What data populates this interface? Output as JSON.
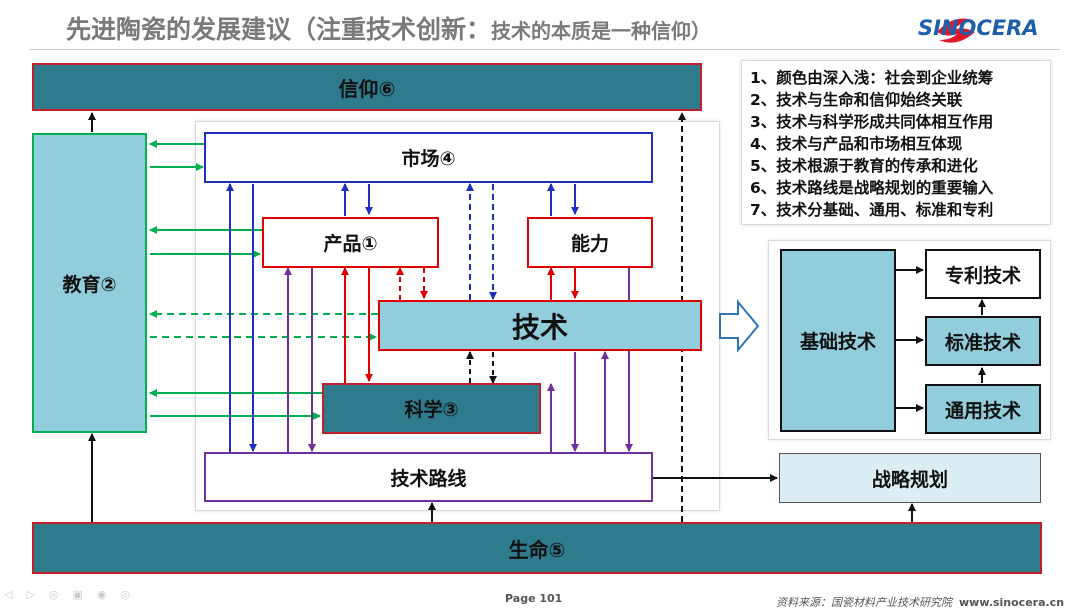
{
  "header": {
    "title_main": "先进陶瓷的发展建议（注重技术创新：",
    "title_sub": "技术的本质是一种信仰）",
    "logo_text": "SINOCERA"
  },
  "diagram": {
    "faith": "信仰⑥",
    "education": "教育②",
    "market": "市场④",
    "product": "产品①",
    "capability": "能力",
    "technology": "技术",
    "science": "科学③",
    "tech_roadmap": "技术路线",
    "strategy": "战略规划",
    "life": "生命⑤"
  },
  "tech_types": {
    "basic": "基础技术",
    "patent": "专利技术",
    "standard": "标准技术",
    "general": "通用技术"
  },
  "notes": [
    "1、颜色由深入浅：社会到企业统筹",
    "2、技术与生命和信仰始终关联",
    "3、技术与科学形成共同体相互作用",
    "4、技术与产品和市场相互体现",
    "5、技术根源于教育的传承和进化",
    "6、技术路线是战略规划的重要输入",
    "7、技术分基础、通用、标准和专利"
  ],
  "footer": {
    "page": "Page 101",
    "source": "资料来源：国瓷材料产业技术研究院",
    "website": "www.sinocera.cn"
  },
  "colors": {
    "dark_teal": "#2f7b8e",
    "light_blue": "#92cddc",
    "pale_blue": "#dbeef4",
    "red": "#e00000",
    "blue": "#1f2fc0",
    "green": "#00b050",
    "purple": "#7030a0",
    "logo_red": "#e0182a",
    "logo_blue": "#1f5fa8"
  }
}
